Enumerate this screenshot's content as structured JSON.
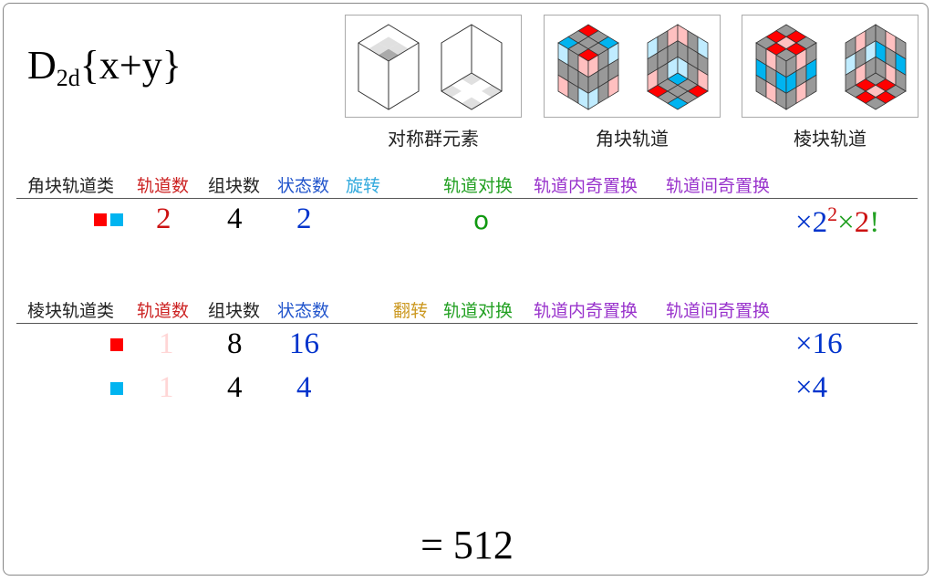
{
  "title": {
    "main": "D",
    "sub": "2d",
    "rest": "{x+y}"
  },
  "images": [
    {
      "caption": "对称群元素"
    },
    {
      "caption": "角块轨道"
    },
    {
      "caption": "棱块轨道"
    }
  ],
  "colors": {
    "red": "#e00000",
    "blue": "#00b4f0",
    "dark_blue": "#0033cc",
    "green": "#22a022",
    "purple": "#9933cc",
    "gold": "#cc9900",
    "cyan": "#33aadd",
    "faded": "#ffd6d6"
  },
  "corner_table": {
    "headers": {
      "class": "角块轨道类",
      "orbits": "轨道数",
      "blocks": "组块数",
      "states": "状态数",
      "rotation": "旋转",
      "orbit_swap": "轨道对换",
      "intra_odd": "轨道内奇置换",
      "inter_odd": "轨道间奇置换"
    },
    "row": {
      "orbits": "2",
      "blocks": "4",
      "states": "2",
      "orbit_swap_mark": "o",
      "multiplier": {
        "times1": "×",
        "base": "2",
        "exp": "2",
        "times2": "×",
        "fact": "2",
        "bang": "!"
      }
    }
  },
  "edge_table": {
    "headers": {
      "class": "棱块轨道类",
      "orbits": "轨道数",
      "blocks": "组块数",
      "states": "状态数",
      "flip": "翻转",
      "orbit_swap": "轨道对换",
      "intra_odd": "轨道内奇置换",
      "inter_odd": "轨道间奇置换"
    },
    "rows": [
      {
        "orbits": "1",
        "blocks": "8",
        "states": "16",
        "multiplier": "×16"
      },
      {
        "orbits": "1",
        "blocks": "4",
        "states": "4",
        "multiplier": "×4"
      }
    ]
  },
  "total": "= 512"
}
